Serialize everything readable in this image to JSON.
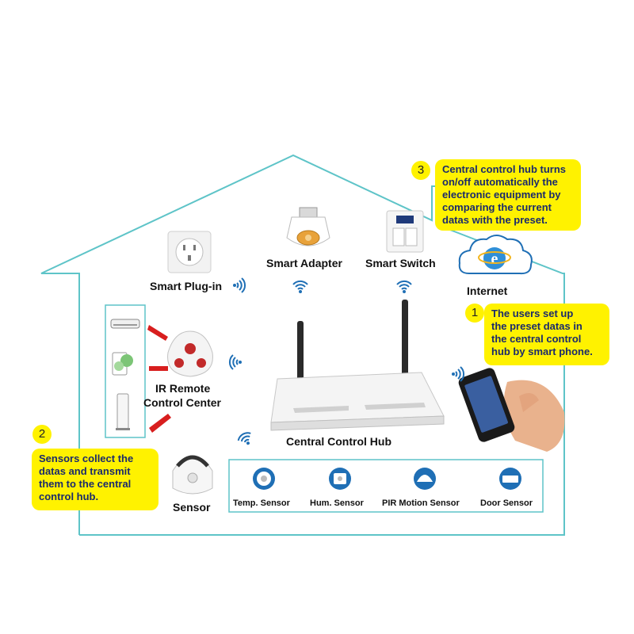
{
  "devices": {
    "smart_plug": "Smart Plug-in",
    "smart_adapter": "Smart Adapter",
    "smart_switch": "Smart Switch",
    "internet": "Internet",
    "ir_remote_line1": "IR Remote",
    "ir_remote_line2": "Control Center",
    "hub": "Central Control Hub",
    "sensor": "Sensor"
  },
  "sensors": [
    {
      "label": "Temp. Sensor",
      "icon": "temperature-sensor-icon"
    },
    {
      "label": "Hum. Sensor",
      "icon": "humidity-sensor-icon"
    },
    {
      "label": "PIR Motion Sensor",
      "icon": "pir-motion-sensor-icon"
    },
    {
      "label": "Door Sensor",
      "icon": "door-sensor-icon"
    }
  ],
  "callouts": {
    "c1": {
      "number": "1",
      "lines": [
        "The users set up",
        "the preset datas in",
        "the central control",
        "hub by smart phone."
      ]
    },
    "c2": {
      "number": "2",
      "lines": [
        "Sensors collect the",
        "datas and transmit",
        "them to the central",
        "control hub."
      ]
    },
    "c3": {
      "number": "3",
      "lines": [
        "Central control hub turns",
        "on/off automatically the",
        "electronic equipment by",
        "comparing the current",
        "datas with the preset."
      ]
    }
  },
  "colors": {
    "house_outline": "#5ec4c8",
    "callout_fill": "#fff200",
    "callout_text": "#1a2a6c",
    "wifi": "#1f6fb5",
    "arrow_red": "#d81e1e"
  }
}
